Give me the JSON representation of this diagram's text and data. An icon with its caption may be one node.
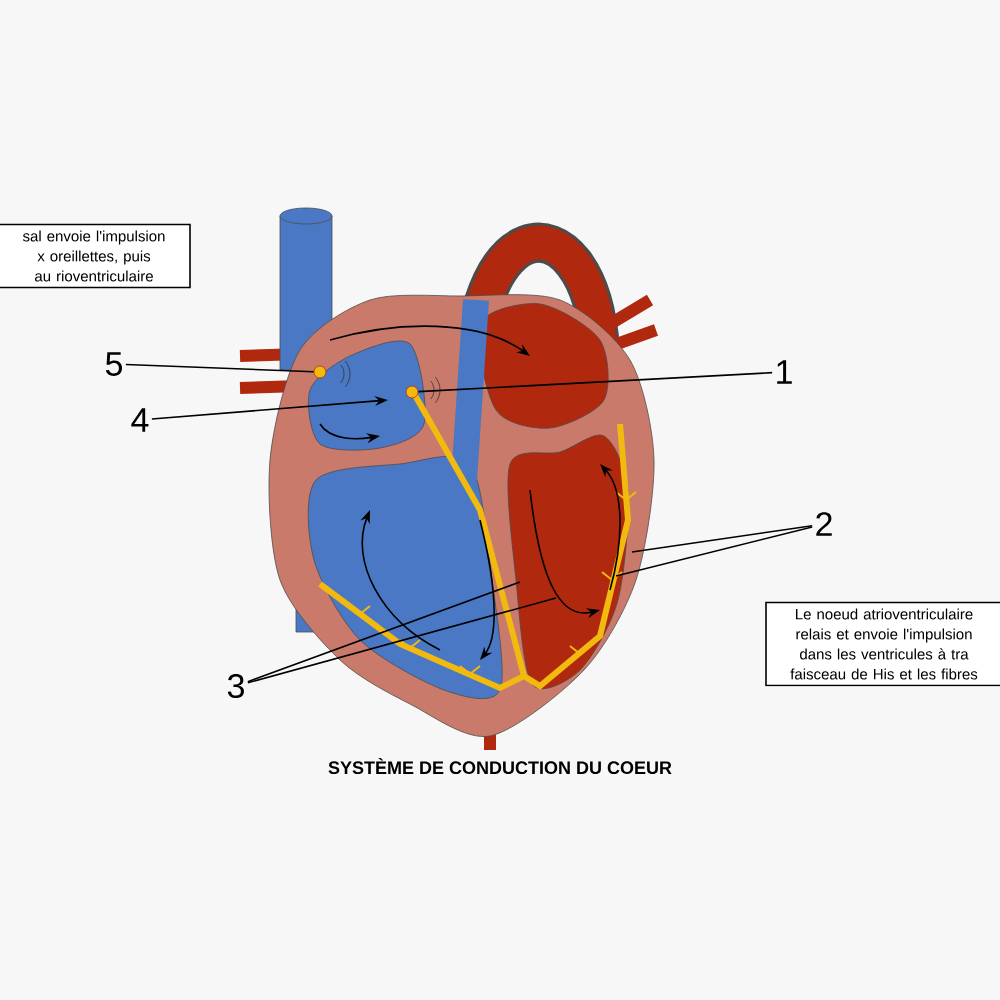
{
  "diagram": {
    "title": "SYSTÈME DE CONDUCTION DU COEUR",
    "nodes": [
      {
        "text": [
          "sal envoie l'impulsion x oreillettes, puis au rioventriculaire"
        ]
      },
      {
        "text": [
          "Le noeud atrioventriculaire relais et envoie l'impulsion dans les ventricules à tra faisceau de His et les fibres"
        ]
      },
      {
        "text": [],
        "shape": "picture"
      },
      {
        "text": [
          "5"
        ]
      },
      {
        "text": [
          "4"
        ]
      },
      {
        "text": [
          "1"
        ]
      },
      {
        "text": [
          "2"
        ]
      },
      {
        "text": [
          "3"
        ]
      },
      {
        "text": [],
        "shape": "circle",
        "in": 2
      },
      {
        "text": [],
        "shape": "circle",
        "in": 2
      }
    ],
    "edges": [
      {
        "from": 3,
        "to": 8,
        "arrow": "none"
      },
      {
        "from": 4,
        "to": 2,
        "arrow": "to"
      },
      {
        "from": 5,
        "to": 9,
        "arrow": "none"
      },
      {
        "from": 6,
        "to": 2,
        "arrow": "none"
      },
      {
        "from": 6,
        "to": 2,
        "arrow": "none"
      },
      {
        "from": 7,
        "to": 2,
        "arrow": "none"
      },
      {
        "from": 7,
        "to": 2,
        "arrow": "none"
      }
    ]
  }
}
